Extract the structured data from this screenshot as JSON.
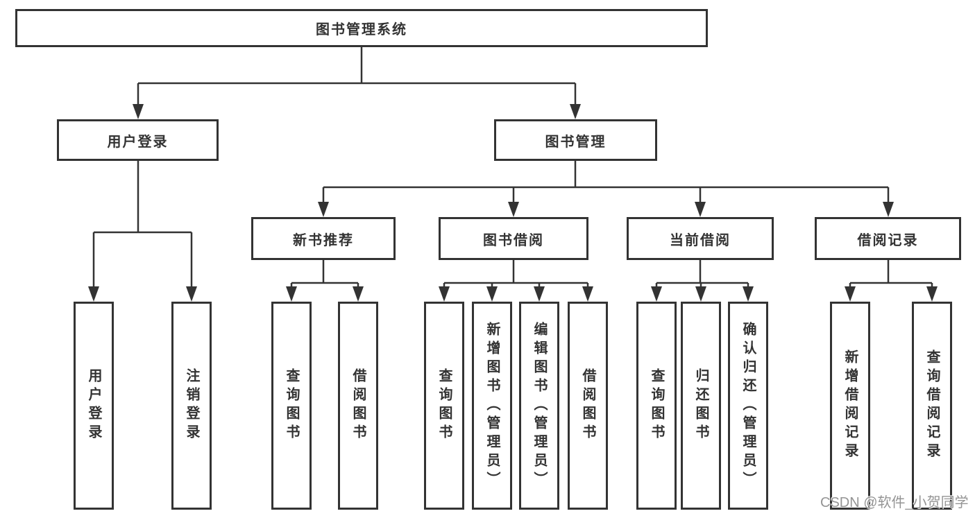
{
  "diagram": {
    "root": {
      "label": "图书管理系统"
    },
    "branches": [
      {
        "label": "用户登录",
        "children": [
          {
            "label": "用户登录"
          },
          {
            "label": "注销登录"
          }
        ]
      },
      {
        "label": "图书管理",
        "children": [
          {
            "label": "新书推荐",
            "children": [
              {
                "label": "查询图书"
              },
              {
                "label": "借阅图书"
              }
            ]
          },
          {
            "label": "图书借阅",
            "children": [
              {
                "label": "查询图书"
              },
              {
                "label": "新增图书（管理员）"
              },
              {
                "label": "编辑图书（管理员）"
              },
              {
                "label": "借阅图书"
              }
            ]
          },
          {
            "label": "当前借阅",
            "children": [
              {
                "label": "查询图书"
              },
              {
                "label": "归还图书"
              },
              {
                "label": "确认归还（管理员）"
              }
            ]
          },
          {
            "label": "借阅记录",
            "children": [
              {
                "label": "新增借阅记录"
              },
              {
                "label": "查询借阅记录"
              }
            ]
          }
        ]
      }
    ]
  },
  "watermark": "CSDN @软件_小贺同学",
  "colors": {
    "line": "#333333",
    "text": "#333333",
    "watermark": "#949494",
    "background": "#ffffff"
  }
}
